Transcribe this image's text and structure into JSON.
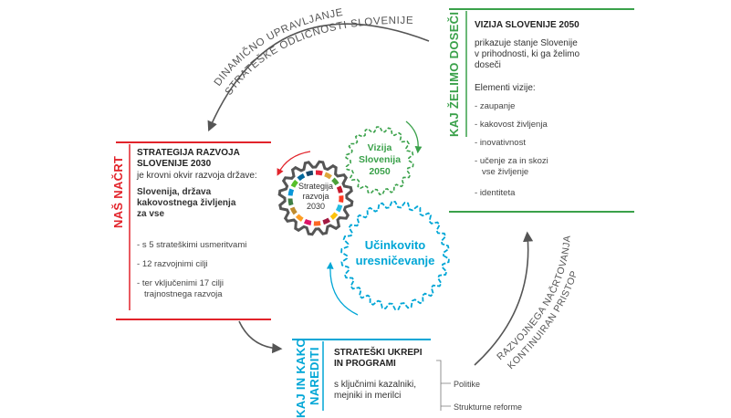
{
  "arcs": {
    "top_left_line1": "DINAMIČNO UPRAVLJANJE",
    "top_left_line2": "STRATEŠKE ODLIČNOSTI SLOVENIJE",
    "bottom_right_line1": "KONTINUIRAN PRISTOP",
    "bottom_right_line2": "RAZVOJNEGA NAČRTOVANJA"
  },
  "vision": {
    "side_label": "KAJ ŽELIMO DOSEČI",
    "title": "VIZIJA SLOVENIJE 2050",
    "desc_line1": "prikazuje stanje Slovenije",
    "desc_line2": "v prihodnosti, ki ga želimo",
    "desc_line3": "doseči",
    "elements_title": "Elementi vizije:",
    "items": [
      "zaupanje",
      "kakovost življenja",
      "inovativnost",
      "učenje za in skozi",
      "vse življenje",
      "identiteta"
    ],
    "color": "#3aa14a"
  },
  "plan": {
    "side_label": "NAŠ NAČRT",
    "title_line1": "STRATEGIJA RAZVOJA",
    "title_line2": "SLOVENIJE 2030",
    "desc": "je krovni okvir razvoja države:",
    "bold_line1": "Slovenija, država",
    "bold_line2": "kakovostnega življenja",
    "bold_line3": "za vse",
    "items": [
      "s 5 strateškimi usmeritvami",
      "12 razvojnimi cilji",
      "ter vključenimi 17 cilji",
      "trajnostnega razvoja"
    ],
    "color": "#e2242b"
  },
  "actions": {
    "side_label_line1": "KAJ IN KAKO",
    "side_label_line2": "NAREDITI",
    "title_line1": "STRATEŠKI UKREPI",
    "title_line2": "IN PROGRAMI",
    "desc_line1": "s ključnimi kazalniki,",
    "desc_line2": "mejniki in merilci",
    "branch_items": [
      "Politike",
      "Strukturne reforme"
    ],
    "color": "#00a6d6"
  },
  "center": {
    "gear_line1": "Strategija",
    "gear_line2": "razvoja",
    "gear_line3": "2030",
    "vision_line1": "Vizija",
    "vision_line2": "Slovenija",
    "vision_line3": "2050",
    "impl_line1": "Učinkovito",
    "impl_line2": "uresničevanje"
  },
  "colors": {
    "arrow": "#555555",
    "gear_gray": "#555555",
    "sdg": [
      "#e5243b",
      "#dda63a",
      "#4c9f38",
      "#c5192d",
      "#ff3a21",
      "#26bde2",
      "#fcc30b",
      "#a21942",
      "#fd6925",
      "#dd1367",
      "#fd9d24",
      "#bf8b2e",
      "#3f7e44",
      "#0a97d9",
      "#56c02b",
      "#00689d",
      "#19486a"
    ]
  }
}
